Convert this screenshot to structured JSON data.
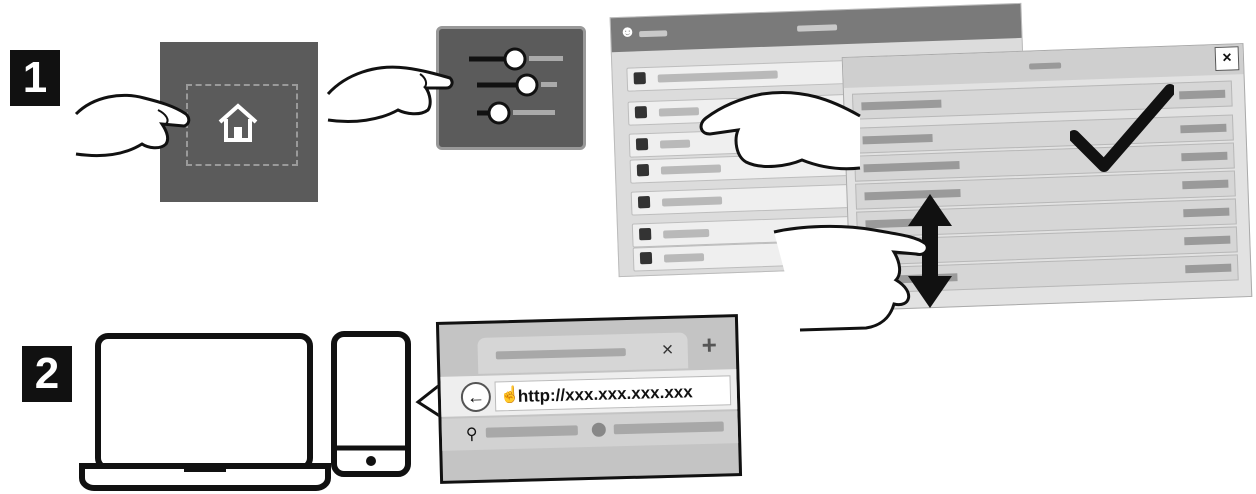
{
  "steps": {
    "one": "1",
    "two": "2"
  },
  "browser": {
    "url": "http://xxx.xxx.xxx.xxx",
    "tab_close": "×",
    "tab_new": "+"
  },
  "dialog": {
    "close": "×"
  },
  "icons": [
    "hand-icon",
    "home-icon",
    "settings-toggle-icon",
    "checkmark-icon",
    "up-down-arrow-icon",
    "laptop-icon",
    "phone-icon",
    "back-arrow-icon",
    "search-icon",
    "user-icon"
  ]
}
